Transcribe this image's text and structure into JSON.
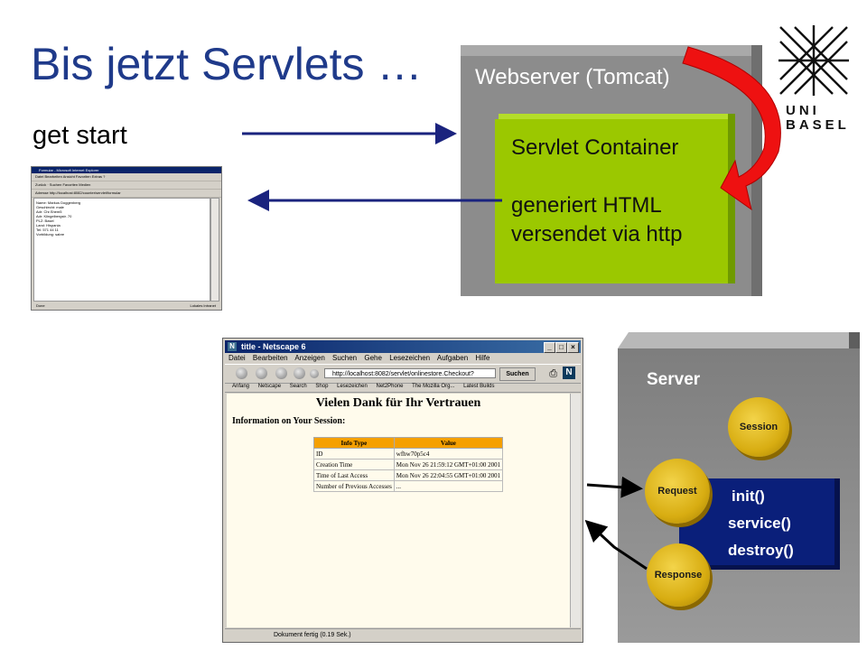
{
  "slide": {
    "title": "Bis jetzt Servlets …",
    "get_start": "get start"
  },
  "webserver": {
    "title": "Webserver (Tomcat)",
    "container": {
      "title": "Servlet Container",
      "line1": "generiert HTML",
      "line2": "versendet via http"
    }
  },
  "logo": {
    "uni": "UNI",
    "basel": "BASEL"
  },
  "ie_thumbnail": {
    "window_title": "Formular - Microsoft Internet Explorer",
    "menu": "Datei  Bearbeiten  Ansicht  Favoriten  Extras  ?",
    "toolbar": "Zurück  ·  Suchen  Favoriten  Medien",
    "address": "Adresse  http://localhost:8082/counter/servlet/formular",
    "lines": [
      "Name: Markus Doggenberg",
      "Geschlecht: male",
      "Adr: Chr.Shem5",
      "Adr: Klingelbergstr. 70",
      "PLZ: Basel",
      "Land: Hispania",
      "Tel: 571 44 11",
      "Vorbildung: sabre"
    ],
    "status_left": "Done",
    "status_right": "Lokales Intranet"
  },
  "netscape": {
    "window_title": "title - Netscape 6",
    "menu": [
      "Datei",
      "Bearbeiten",
      "Anzeigen",
      "Suchen",
      "Gehe",
      "Lesezeichen",
      "Aufgaben",
      "Hilfe"
    ],
    "url": "http://localhost:8082/servlet/onlinestore.Checkout?",
    "search_button": "Suchen",
    "bookmarks": [
      "Anfang",
      "Netscape",
      "Search",
      "Shop",
      "Lesezeichen",
      "Net2Phone",
      "The Mozilla Org...",
      "Latest Builds"
    ],
    "heading": "Vielen Dank für Ihr Vertrauen",
    "info_label": "Information on Your Session:",
    "table": {
      "headers": [
        "Info Type",
        "Value"
      ],
      "rows": [
        [
          "ID",
          "wfhw70p5c4"
        ],
        [
          "Creation Time",
          "Mon Nov 26 21:59:12 GMT+01:00 2001"
        ],
        [
          "Time of Last Access",
          "Mon Nov 26 22:04:55 GMT+01:00 2001"
        ],
        [
          "Number of Previous Accesses",
          "..."
        ]
      ]
    },
    "status": "Dokument fertig (0.19 Sek.)"
  },
  "server": {
    "label": "Server",
    "session": "Session",
    "request": "Request",
    "response": "Response",
    "methods": [
      "init()",
      "service()",
      "destroy()"
    ]
  },
  "colors": {
    "title": "#1f3a8a",
    "webserver_box": "#8c8c8c",
    "container_green": "#9bc800",
    "arrow_red": "#ee1111",
    "arrow_blue": "#1a237e",
    "server_blue": "#0a1f7a",
    "coin_gold": "#e0b81c"
  }
}
